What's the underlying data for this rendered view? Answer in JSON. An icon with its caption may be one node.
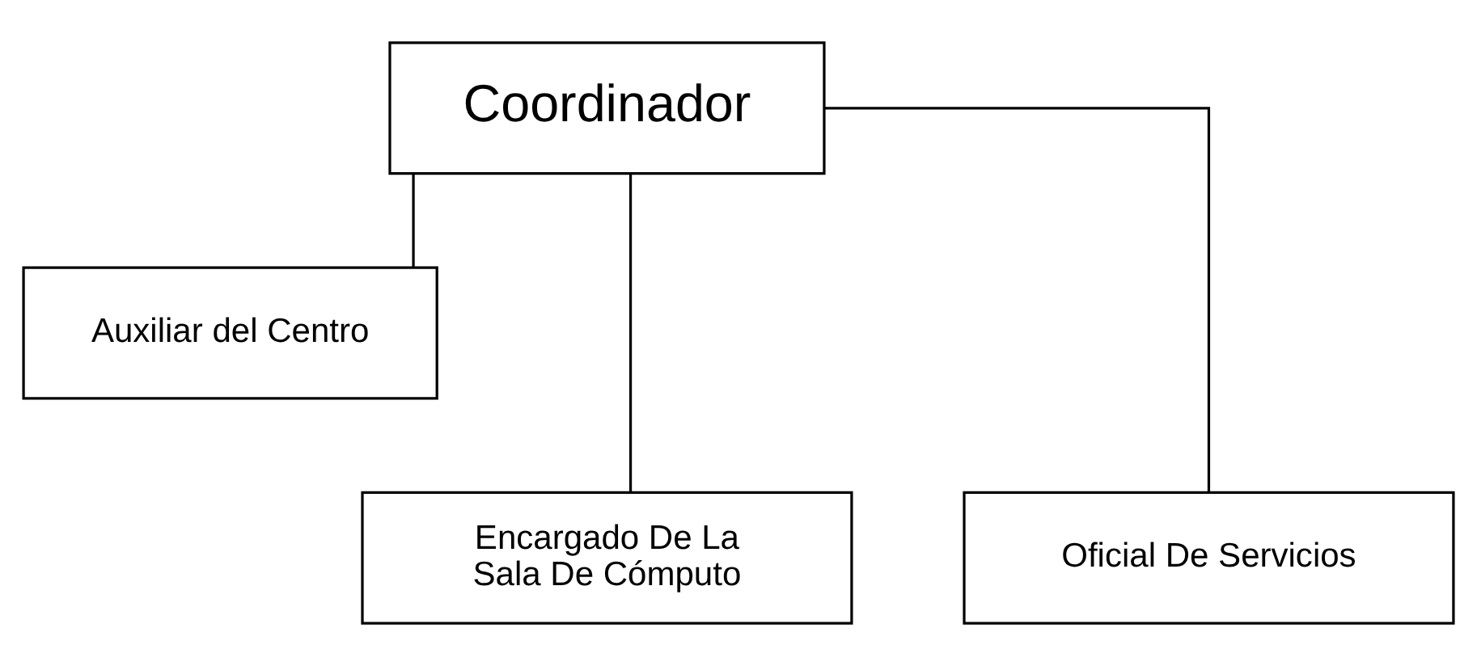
{
  "diagram": {
    "nodes": [
      {
        "text": [
          "Coordinador"
        ]
      },
      {
        "text": [
          "Auxiliar del Centro"
        ]
      },
      {
        "text": [
          "Encargado De La Sala De Cómputo"
        ]
      },
      {
        "text": [
          "Oficial De Servicios"
        ]
      }
    ],
    "edges": [
      {
        "from": 0,
        "to": 1,
        "arrow": "none"
      },
      {
        "from": 0,
        "to": 2,
        "arrow": "none"
      },
      {
        "from": 0,
        "to": 3,
        "arrow": "none"
      }
    ]
  }
}
